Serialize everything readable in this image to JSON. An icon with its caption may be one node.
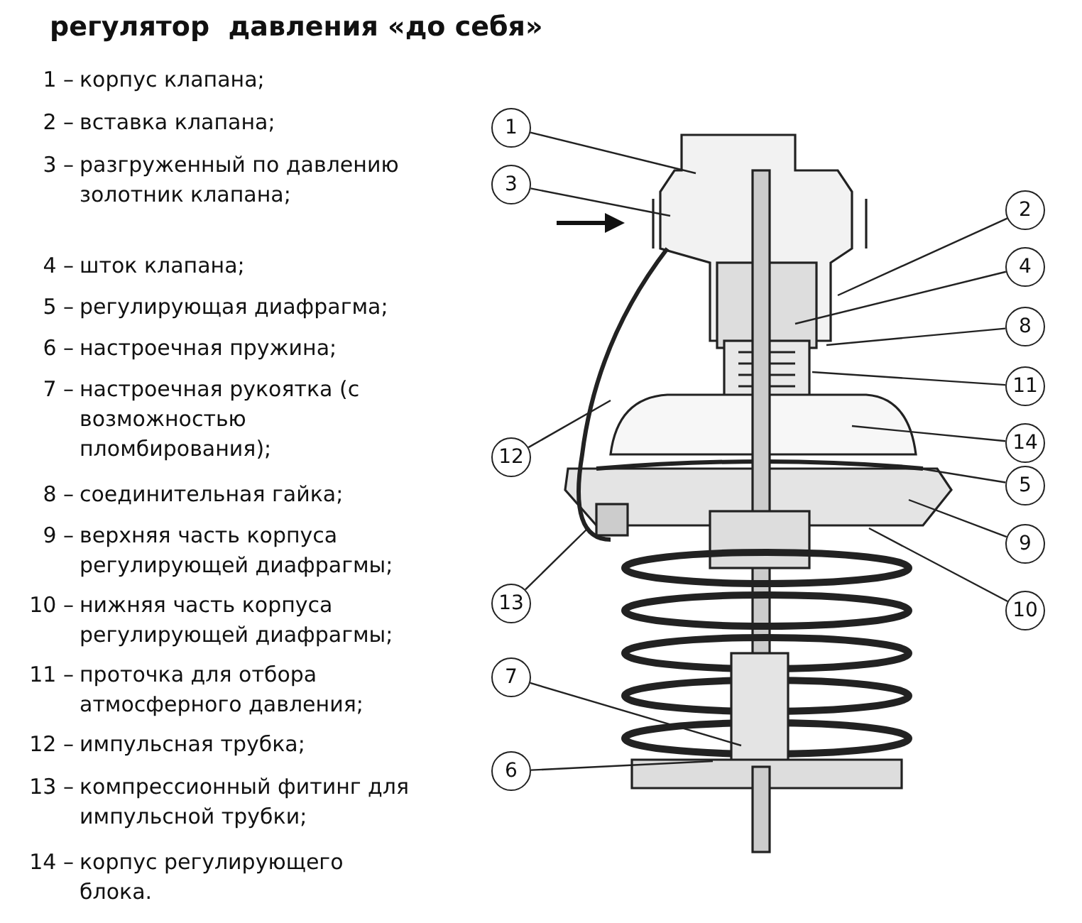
{
  "diagram": {
    "title": "регулятор  давления «до себя»",
    "nodes": [
      {
        "text": [
          "1"
        ]
      },
      {
        "text": [
          "3"
        ]
      },
      {
        "text": [
          "2"
        ]
      },
      {
        "text": [
          "4"
        ]
      },
      {
        "text": [
          "8"
        ]
      },
      {
        "text": [
          "11"
        ]
      },
      {
        "text": [
          "12"
        ]
      },
      {
        "text": [
          "14"
        ]
      },
      {
        "text": [
          "5"
        ]
      },
      {
        "text": [
          "9"
        ]
      },
      {
        "text": [
          "13"
        ]
      },
      {
        "text": [
          "10"
        ]
      },
      {
        "text": [
          "7"
        ]
      },
      {
        "text": [
          "6"
        ]
      }
    ],
    "edges": [
      {
        "from": 0,
        "to": null,
        "arrow": "none"
      },
      {
        "from": 1,
        "to": null,
        "arrow": "none"
      },
      {
        "from": 2,
        "to": null,
        "arrow": "none"
      },
      {
        "from": 3,
        "to": null,
        "arrow": "none"
      },
      {
        "from": 4,
        "to": null,
        "arrow": "none"
      },
      {
        "from": 5,
        "to": null,
        "arrow": "none"
      },
      {
        "from": 6,
        "to": null,
        "arrow": "none"
      },
      {
        "from": 7,
        "to": null,
        "arrow": "none"
      },
      {
        "from": 8,
        "to": null,
        "arrow": "none"
      },
      {
        "from": 9,
        "to": null,
        "arrow": "none"
      },
      {
        "from": 10,
        "to": null,
        "arrow": "none"
      },
      {
        "from": 11,
        "to": null,
        "arrow": "none"
      },
      {
        "from": 12,
        "to": null,
        "arrow": "none"
      },
      {
        "from": 13,
        "to": null,
        "arrow": "none"
      }
    ],
    "labels": [
      "1 –",
      "корпус клапана;",
      "2 –",
      "вставка клапана;",
      "3 –",
      "разгруженный по давлению золотник клапана;",
      "4 –",
      "шток клапана;",
      "5 –",
      "регулирующая диафрагма;",
      "6 –",
      "настроечная пружина;",
      "7 –",
      "настроечная рукоятка (с возможностью пломбирования);",
      "8 –",
      "соединительная гайка;",
      "9 –",
      "верхняя часть корпуса регулирующей диафрагмы;",
      "10 –",
      "нижняя часть корпуса регулирующей диафрагмы;",
      "11 –",
      "проточка для отбора атмосферного давления;",
      "12 –",
      "импульсная трубка;",
      "13 –",
      "компрессионный фитинг для импульсной трубки;",
      "14 –",
      "корпус регулирующего блока."
    ]
  }
}
